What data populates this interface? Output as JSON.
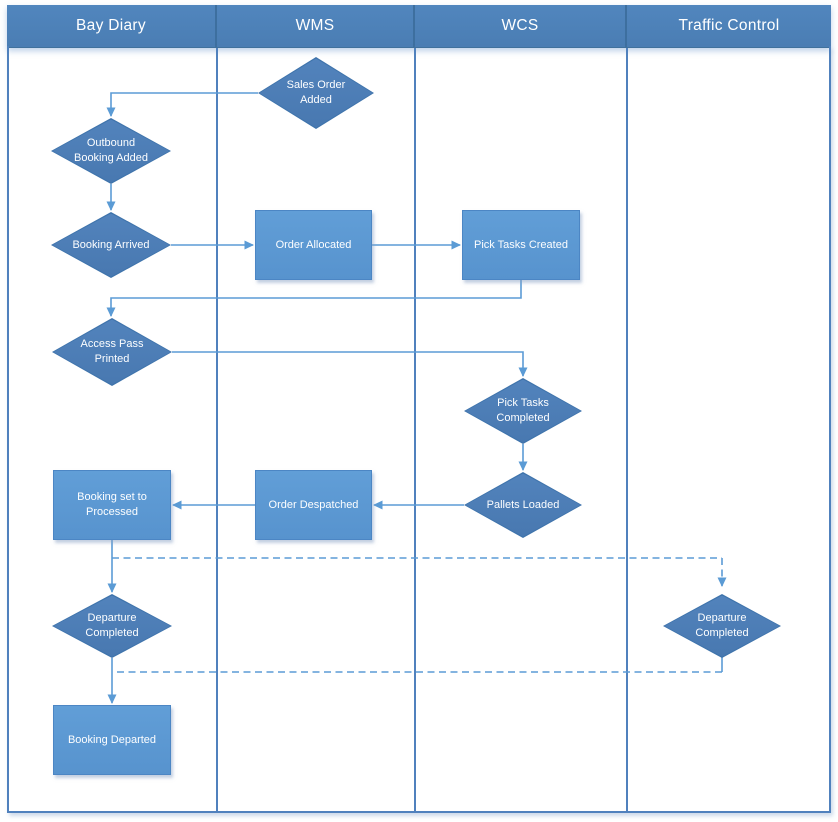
{
  "diagram": {
    "type": "swimlane-flowchart",
    "lanes": [
      {
        "id": "bay-diary",
        "label": "Bay Diary"
      },
      {
        "id": "wms",
        "label": "WMS"
      },
      {
        "id": "wcs",
        "label": "WCS"
      },
      {
        "id": "traffic-control",
        "label": "Traffic Control"
      }
    ],
    "nodes": {
      "sales_order": {
        "label": "Sales Order\nAdded",
        "shape": "diamond",
        "lane": "WMS"
      },
      "outbound_booking": {
        "label": "Outbound\nBooking Added",
        "shape": "diamond",
        "lane": "Bay Diary"
      },
      "booking_arrived": {
        "label": "Booking Arrived",
        "shape": "diamond",
        "lane": "Bay Diary"
      },
      "order_allocated": {
        "label": "Order Allocated",
        "shape": "process",
        "lane": "WMS"
      },
      "pick_tasks_created": {
        "label": "Pick Tasks Created",
        "shape": "process",
        "lane": "WCS"
      },
      "access_pass": {
        "label": "Access Pass\nPrinted",
        "shape": "diamond",
        "lane": "Bay Diary"
      },
      "pick_tasks_completed": {
        "label": "Pick Tasks\nCompleted",
        "shape": "diamond",
        "lane": "WCS"
      },
      "pallets_loaded": {
        "label": "Pallets Loaded",
        "shape": "diamond",
        "lane": "WCS"
      },
      "order_despatched": {
        "label": "Order Despatched",
        "shape": "process",
        "lane": "WMS"
      },
      "booking_processed": {
        "label": "Booking set to\nProcessed",
        "shape": "process",
        "lane": "Bay Diary"
      },
      "departure_completed_bd": {
        "label": "Departure\nCompleted",
        "shape": "diamond",
        "lane": "Bay Diary"
      },
      "departure_completed_tc": {
        "label": "Departure\nCompleted",
        "shape": "diamond",
        "lane": "Traffic Control"
      },
      "booking_departed": {
        "label": "Booking Departed",
        "shape": "process",
        "lane": "Bay Diary"
      }
    },
    "edges": [
      {
        "from": "sales_order",
        "to": "outbound_booking",
        "style": "solid"
      },
      {
        "from": "outbound_booking",
        "to": "booking_arrived",
        "style": "solid"
      },
      {
        "from": "booking_arrived",
        "to": "order_allocated",
        "style": "solid"
      },
      {
        "from": "order_allocated",
        "to": "pick_tasks_created",
        "style": "solid"
      },
      {
        "from": "pick_tasks_created",
        "to": "access_pass",
        "style": "solid"
      },
      {
        "from": "access_pass",
        "to": "pick_tasks_completed",
        "style": "solid"
      },
      {
        "from": "pick_tasks_completed",
        "to": "pallets_loaded",
        "style": "solid"
      },
      {
        "from": "pallets_loaded",
        "to": "order_despatched",
        "style": "solid"
      },
      {
        "from": "order_despatched",
        "to": "booking_processed",
        "style": "solid"
      },
      {
        "from": "booking_processed",
        "to": "departure_completed_bd",
        "style": "solid"
      },
      {
        "from": "booking_processed",
        "to": "departure_completed_tc",
        "style": "dashed"
      },
      {
        "from": "departure_completed_tc",
        "to": "booking_departed",
        "style": "dashed"
      },
      {
        "from": "departure_completed_bd",
        "to": "booking_departed",
        "style": "solid"
      }
    ],
    "colors": {
      "header_fill": "#4C80B8",
      "header_divider": "#3D6F9F",
      "lane_line": "#5081BD",
      "diamond_fill": "#4B7DB5",
      "process_fill": "#5D99D2",
      "connector": "#5B9BD5",
      "text": "#FFFFFF"
    }
  }
}
